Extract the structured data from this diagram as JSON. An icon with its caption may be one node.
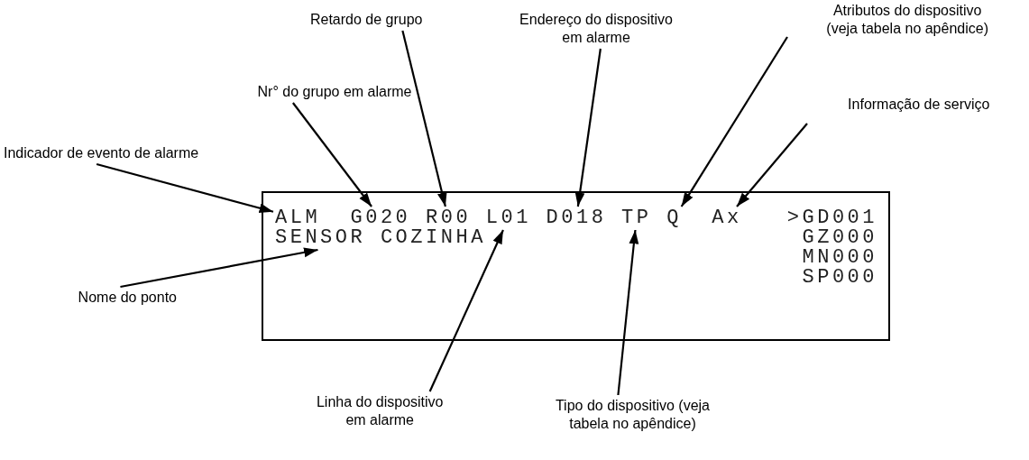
{
  "diagram": {
    "nodes": [
      {
        "text": [],
        "shape": "box"
      },
      {
        "text": [
          "ALM"
        ],
        "in": 0
      },
      {
        "text": [
          "G020"
        ],
        "in": 0
      },
      {
        "text": [
          "R00"
        ],
        "in": 0
      },
      {
        "text": [
          "L01"
        ],
        "in": 0
      },
      {
        "text": [
          "D018"
        ],
        "in": 0
      },
      {
        "text": [
          "TP"
        ],
        "in": 0
      },
      {
        "text": [
          "Q"
        ],
        "in": 0
      },
      {
        "text": [
          "Ax"
        ],
        "in": 0
      },
      {
        "text": [
          "SENSOR COZINHA"
        ],
        "in": 0
      },
      {
        "text": [
          "Retardo de grupo"
        ]
      },
      {
        "text": [
          "Endereço do dispositivo em alarme"
        ]
      },
      {
        "text": [
          "Atributos do dispositivo (veja tabela no apêndice)"
        ]
      },
      {
        "text": [
          "Nr° do grupo em alarme"
        ]
      },
      {
        "text": [
          "Informação de serviço"
        ]
      },
      {
        "text": [
          "Indicador de evento de alarme"
        ]
      },
      {
        "text": [
          "Nome do ponto"
        ]
      },
      {
        "text": [
          "Linha do dispositivo em alarme"
        ]
      },
      {
        "text": [
          "Tipo do dispositivo (veja tabela no apêndice)"
        ]
      }
    ],
    "edges": [
      {
        "from": 15,
        "to": 1,
        "arrow": "to"
      },
      {
        "from": 13,
        "to": 2,
        "arrow": "to"
      },
      {
        "from": 10,
        "to": 3,
        "arrow": "to"
      },
      {
        "from": 11,
        "to": 5,
        "arrow": "to"
      },
      {
        "from": 12,
        "to": 7,
        "arrow": "to"
      },
      {
        "from": 14,
        "to": 8,
        "arrow": "to"
      },
      {
        "from": 16,
        "to": 9,
        "arrow": "to"
      },
      {
        "from": 17,
        "to": 4,
        "arrow": "to"
      },
      {
        "from": 18,
        "to": 6,
        "arrow": "to"
      }
    ],
    "labels": [
      ">GD001",
      "GZ000",
      "MN000",
      "SP000"
    ]
  }
}
